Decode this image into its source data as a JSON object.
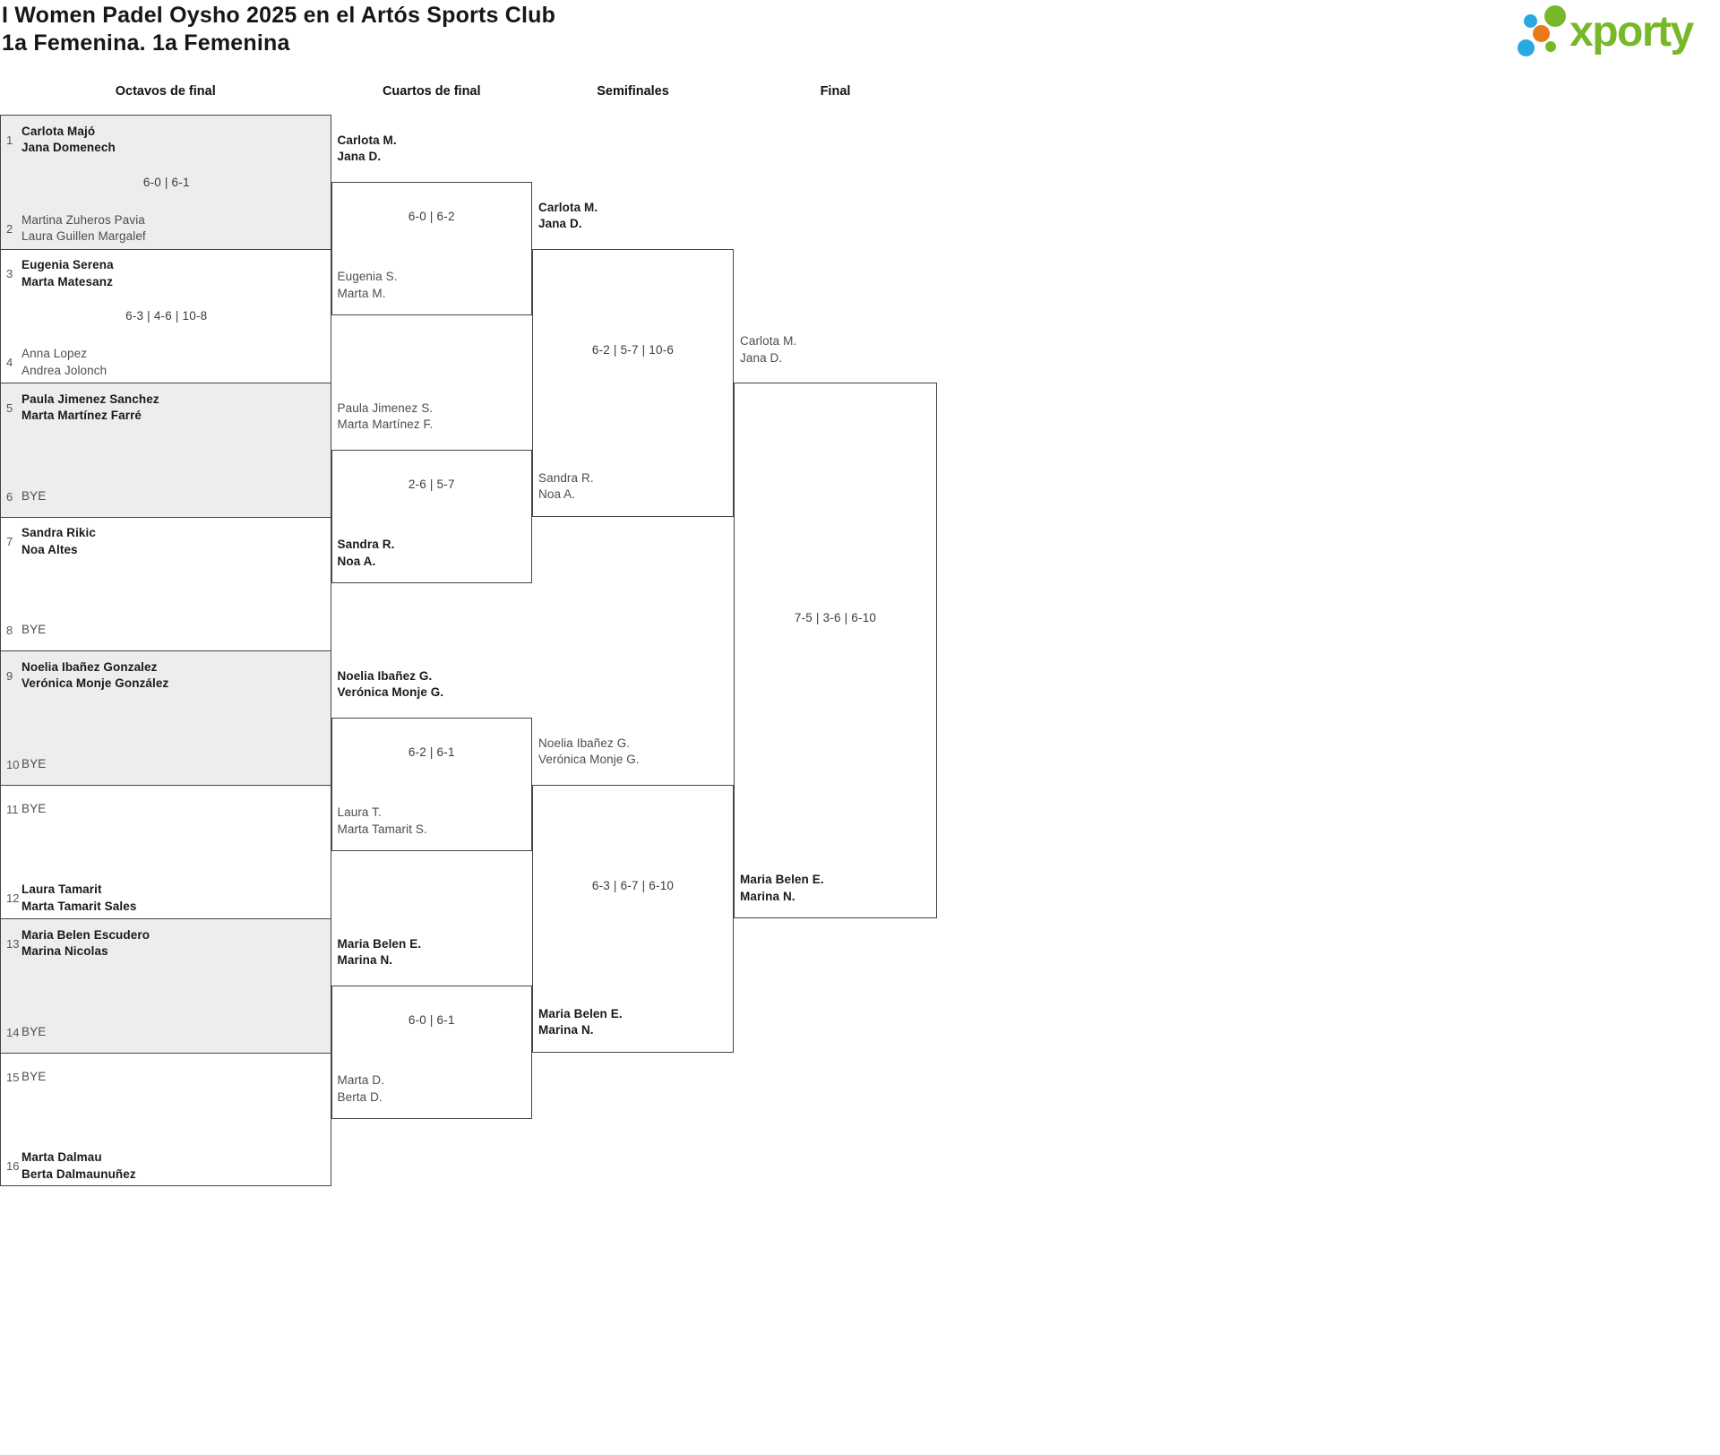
{
  "title": "I Women Padel Oysho 2025 en el Artós Sports Club",
  "subtitle": "1a Femenina. 1a Femenina",
  "logo": {
    "text": "xporty",
    "colors": {
      "green": "#77b829",
      "blue": "#29a9e1",
      "orange": "#e87b17"
    }
  },
  "rounds": [
    "Octavos de final",
    "Cuartos de final",
    "Semifinales",
    "Final"
  ],
  "colors": {
    "shaded_row": "#ededed",
    "border": "#454545",
    "winner_text": "#1a1a1a",
    "loser_text": "#4d4d4d",
    "score_text": "#3c3c3c",
    "number_text": "#555555"
  },
  "bracket": {
    "round_of_16": [
      {
        "shaded": true,
        "score": "6-0 | 6-1",
        "slots": [
          {
            "n": "1",
            "team": [
              "Carlota Majó",
              "Jana Domenech"
            ],
            "winner": true,
            "bye": false
          },
          {
            "n": "2",
            "team": [
              "Martina Zuheros Pavia",
              "Laura Guillen Margalef"
            ],
            "winner": false,
            "bye": false
          }
        ]
      },
      {
        "shaded": false,
        "score": "6-3 | 4-6 | 10-8",
        "slots": [
          {
            "n": "3",
            "team": [
              "Eugenia Serena",
              "Marta Matesanz"
            ],
            "winner": true,
            "bye": false
          },
          {
            "n": "4",
            "team": [
              "Anna Lopez",
              "Andrea Jolonch"
            ],
            "winner": false,
            "bye": false
          }
        ]
      },
      {
        "shaded": true,
        "score": "",
        "slots": [
          {
            "n": "5",
            "team": [
              "Paula Jimenez Sanchez",
              "Marta Martínez Farré"
            ],
            "winner": true,
            "bye": false
          },
          {
            "n": "6",
            "team": [
              "BYE"
            ],
            "winner": false,
            "bye": true
          }
        ]
      },
      {
        "shaded": false,
        "score": "",
        "slots": [
          {
            "n": "7",
            "team": [
              "Sandra Rikic",
              "Noa Altes"
            ],
            "winner": true,
            "bye": false
          },
          {
            "n": "8",
            "team": [
              "BYE"
            ],
            "winner": false,
            "bye": true
          }
        ]
      },
      {
        "shaded": true,
        "score": "",
        "slots": [
          {
            "n": "9",
            "team": [
              "Noelia Ibañez Gonzalez",
              "Verónica Monje González"
            ],
            "winner": true,
            "bye": false
          },
          {
            "n": "10",
            "team": [
              "BYE"
            ],
            "winner": false,
            "bye": true
          }
        ]
      },
      {
        "shaded": false,
        "score": "",
        "slots": [
          {
            "n": "11",
            "team": [
              "BYE"
            ],
            "winner": false,
            "bye": true
          },
          {
            "n": "12",
            "team": [
              "Laura Tamarit",
              "Marta Tamarit Sales"
            ],
            "winner": true,
            "bye": false
          }
        ]
      },
      {
        "shaded": true,
        "score": "",
        "slots": [
          {
            "n": "13",
            "team": [
              "Maria Belen Escudero",
              "Marina Nicolas"
            ],
            "winner": true,
            "bye": false
          },
          {
            "n": "14",
            "team": [
              "BYE"
            ],
            "winner": false,
            "bye": true
          }
        ]
      },
      {
        "shaded": false,
        "score": "",
        "slots": [
          {
            "n": "15",
            "team": [
              "BYE"
            ],
            "winner": false,
            "bye": true
          },
          {
            "n": "16",
            "team": [
              "Marta Dalmau",
              "Berta Dalmaunuñez"
            ],
            "winner": true,
            "bye": false
          }
        ]
      }
    ],
    "quarterfinals": [
      {
        "score": "6-0 | 6-2",
        "top": {
          "team": [
            "Carlota M.",
            "Jana D."
          ],
          "winner": true
        },
        "bottom": {
          "team": [
            "Eugenia S.",
            "Marta M."
          ],
          "winner": false
        }
      },
      {
        "score": "2-6 | 5-7",
        "top": {
          "team": [
            "Paula Jimenez S.",
            "Marta Martínez F."
          ],
          "winner": false
        },
        "bottom": {
          "team": [
            "Sandra R.",
            "Noa A."
          ],
          "winner": true
        }
      },
      {
        "score": "6-2 | 6-1",
        "top": {
          "team": [
            "Noelia Ibañez G.",
            "Verónica Monje G."
          ],
          "winner": true
        },
        "bottom": {
          "team": [
            "Laura T.",
            "Marta Tamarit S."
          ],
          "winner": false
        }
      },
      {
        "score": "6-0 | 6-1",
        "top": {
          "team": [
            "Maria Belen E.",
            "Marina N."
          ],
          "winner": true
        },
        "bottom": {
          "team": [
            "Marta D.",
            "Berta D."
          ],
          "winner": false
        }
      }
    ],
    "semifinals": [
      {
        "score": "6-2 | 5-7 | 10-6",
        "top": {
          "team": [
            "Carlota M.",
            "Jana D."
          ],
          "winner": true
        },
        "bottom": {
          "team": [
            "Sandra R.",
            "Noa A."
          ],
          "winner": false
        }
      },
      {
        "score": "6-3 | 6-7 | 6-10",
        "top": {
          "team": [
            "Noelia Ibañez G.",
            "Verónica Monje G."
          ],
          "winner": false
        },
        "bottom": {
          "team": [
            "Maria Belen E.",
            "Marina N."
          ],
          "winner": true
        }
      }
    ],
    "final": {
      "score": "7-5 | 3-6 | 6-10",
      "top": {
        "team": [
          "Carlota M.",
          "Jana D."
        ],
        "winner": false
      },
      "bottom": {
        "team": [
          "Maria Belen E.",
          "Marina N."
        ],
        "winner": true
      }
    }
  }
}
